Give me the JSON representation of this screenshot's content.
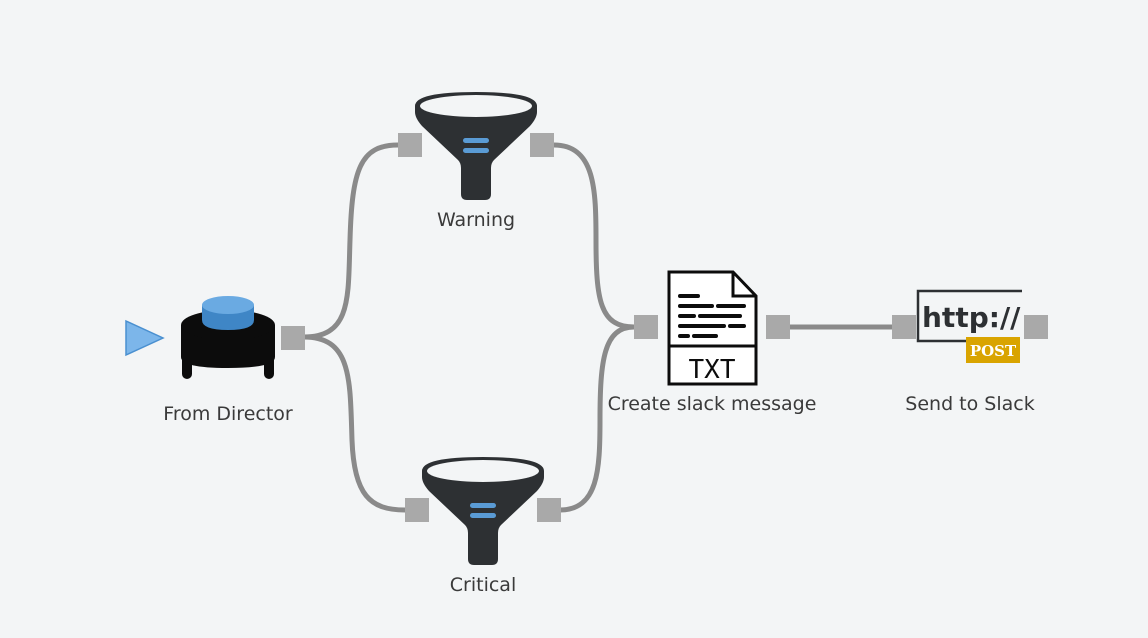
{
  "nodes": {
    "director": {
      "label": "From Director",
      "icon": "director-source-icon"
    },
    "warning": {
      "label": "Warning",
      "icon": "funnel-filter-icon"
    },
    "critical": {
      "label": "Critical",
      "icon": "funnel-filter-icon"
    },
    "slack_message": {
      "label": "Create slack message",
      "icon": "txt-file-icon",
      "icon_text": "TXT"
    },
    "send_slack": {
      "label": "Send to Slack",
      "icon": "http-post-icon",
      "url_text": "http://",
      "method_text": "POST"
    }
  },
  "colors": {
    "background": "#f3f5f6",
    "edge": "#8a8a8a",
    "port": "#a9a9a9",
    "icon_dark": "#2d3033",
    "accent_blue": "#5a9bd5",
    "post_badge": "#d9a400"
  }
}
